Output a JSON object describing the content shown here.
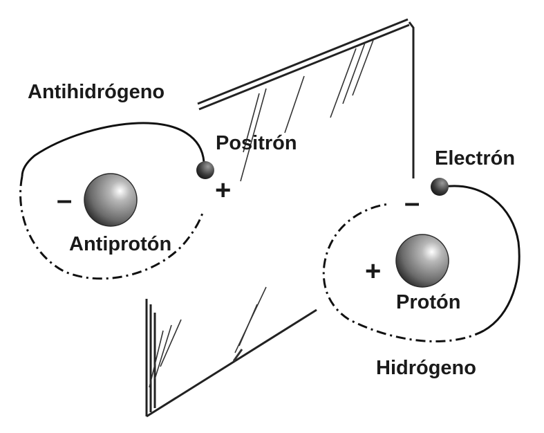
{
  "labels": {
    "antihydrogen": "Antihidrógeno",
    "positron": "Positrón",
    "antiproton": "Antiprotón",
    "electron": "Electrón",
    "proton": "Protón",
    "hydrogen": "Hidrógeno"
  },
  "signs": {
    "antiproton_charge": "–",
    "positron_charge": "+",
    "electron_charge": "–",
    "proton_charge": "+"
  }
}
